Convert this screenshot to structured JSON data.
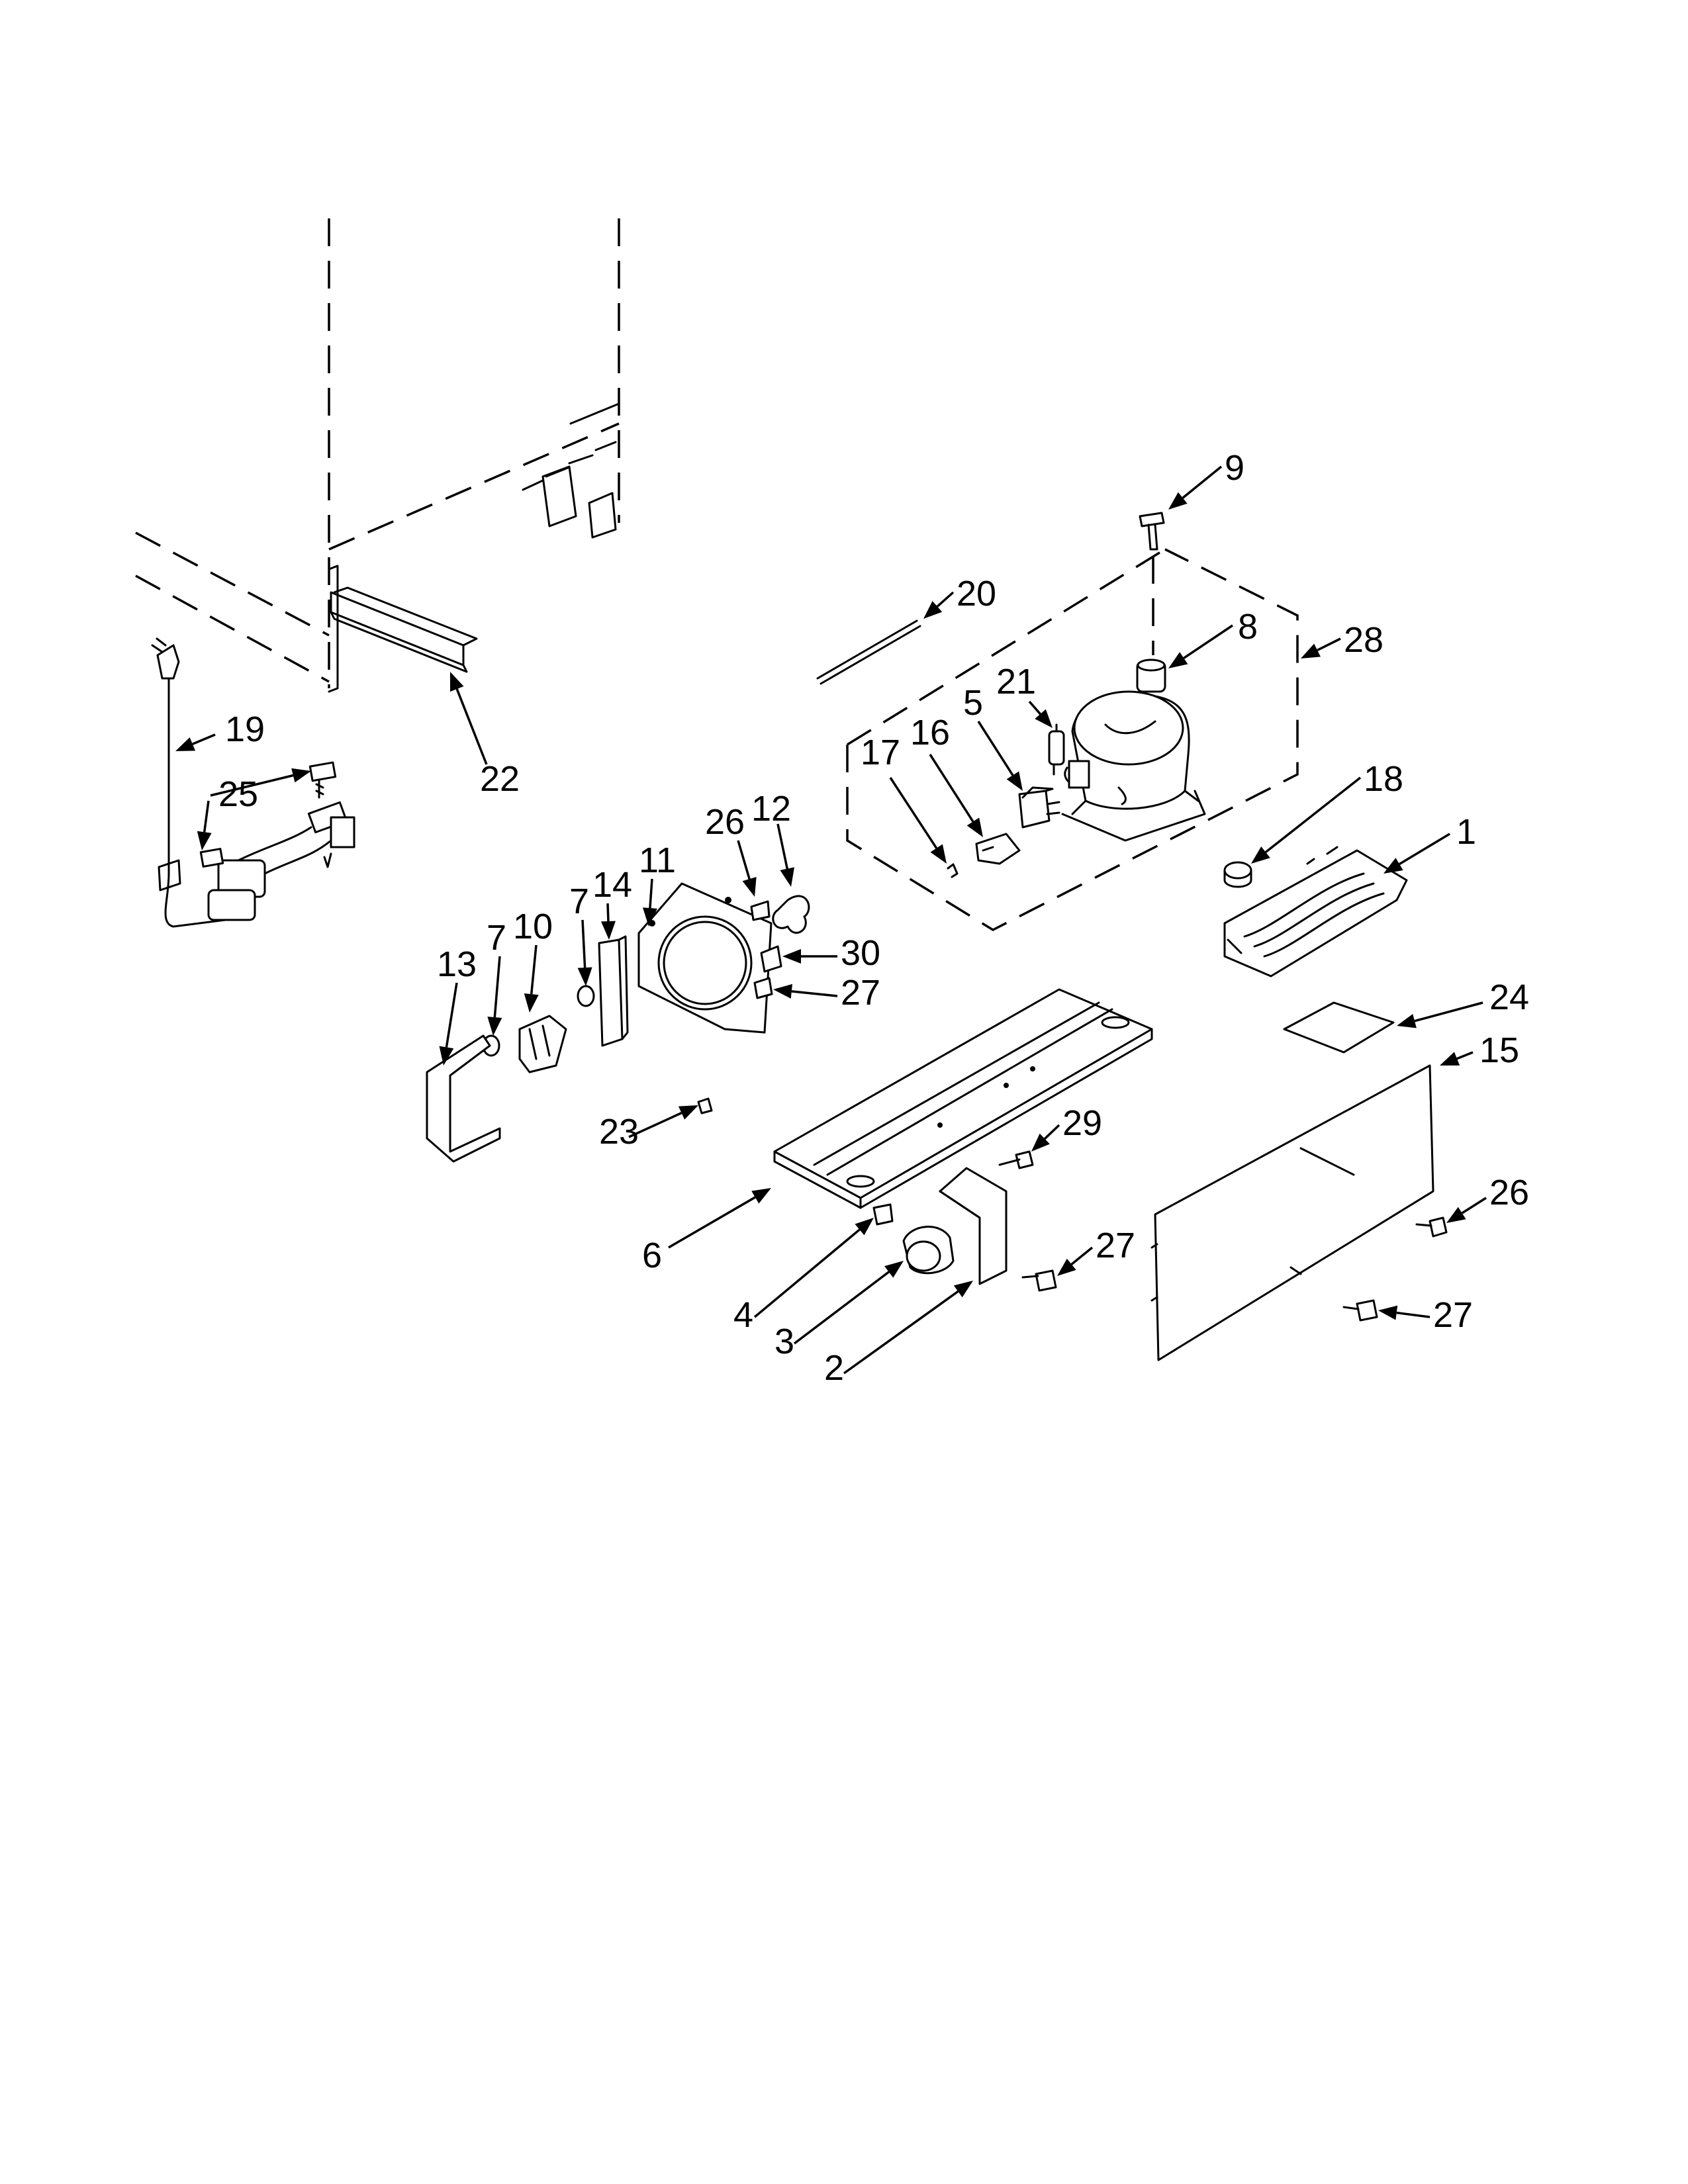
{
  "diagram": {
    "callouts": [
      {
        "id": "c9",
        "label": "9"
      },
      {
        "id": "c20",
        "label": "20"
      },
      {
        "id": "c8",
        "label": "8"
      },
      {
        "id": "c28",
        "label": "28"
      },
      {
        "id": "c21",
        "label": "21"
      },
      {
        "id": "c5",
        "label": "5"
      },
      {
        "id": "c16",
        "label": "16"
      },
      {
        "id": "c17",
        "label": "17"
      },
      {
        "id": "c18",
        "label": "18"
      },
      {
        "id": "c1",
        "label": "1"
      },
      {
        "id": "c19",
        "label": "19"
      },
      {
        "id": "c25",
        "label": "25"
      },
      {
        "id": "c22",
        "label": "22"
      },
      {
        "id": "c26a",
        "label": "26"
      },
      {
        "id": "c12",
        "label": "12"
      },
      {
        "id": "c11",
        "label": "11"
      },
      {
        "id": "c14",
        "label": "14"
      },
      {
        "id": "c7a",
        "label": "7"
      },
      {
        "id": "c10",
        "label": "10"
      },
      {
        "id": "c7b",
        "label": "7"
      },
      {
        "id": "c13",
        "label": "13"
      },
      {
        "id": "c30",
        "label": "30"
      },
      {
        "id": "c27a",
        "label": "27"
      },
      {
        "id": "c23",
        "label": "23"
      },
      {
        "id": "c24",
        "label": "24"
      },
      {
        "id": "c15",
        "label": "15"
      },
      {
        "id": "c29",
        "label": "29"
      },
      {
        "id": "c26b",
        "label": "26"
      },
      {
        "id": "c6",
        "label": "6"
      },
      {
        "id": "c27b",
        "label": "27"
      },
      {
        "id": "c4",
        "label": "4"
      },
      {
        "id": "c3",
        "label": "3"
      },
      {
        "id": "c2",
        "label": "2"
      },
      {
        "id": "c27c",
        "label": "27"
      }
    ]
  }
}
